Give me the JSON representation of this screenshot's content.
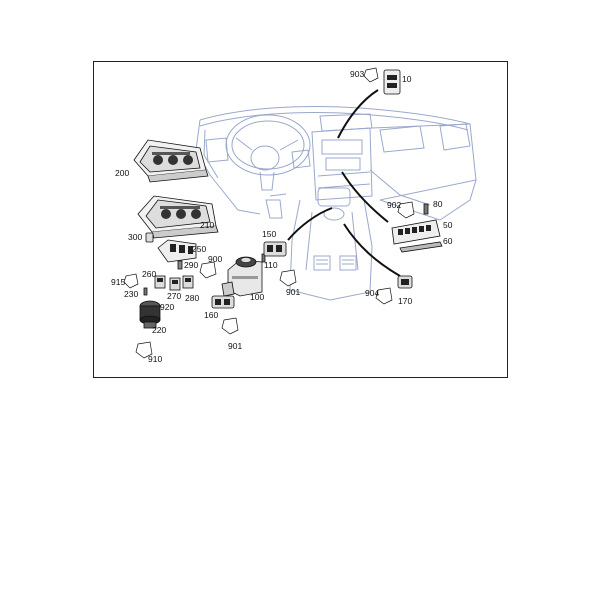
{
  "diagram": {
    "labels": {
      "p10": "10",
      "p50": "50",
      "p60": "60",
      "p80": "80",
      "p100": "100",
      "p110": "110",
      "p150": "150",
      "p160": "160",
      "p170": "170",
      "p200": "200",
      "p210": "210",
      "p220": "220",
      "p230": "230",
      "p250": "250",
      "p260": "260",
      "p270": "270",
      "p280": "280",
      "p290": "290",
      "p300": "300",
      "p900": "900",
      "p901a": "901",
      "p901b": "901",
      "p902": "902",
      "p903": "903",
      "p904": "904",
      "p910": "910",
      "p915": "915",
      "p920": "920"
    }
  }
}
